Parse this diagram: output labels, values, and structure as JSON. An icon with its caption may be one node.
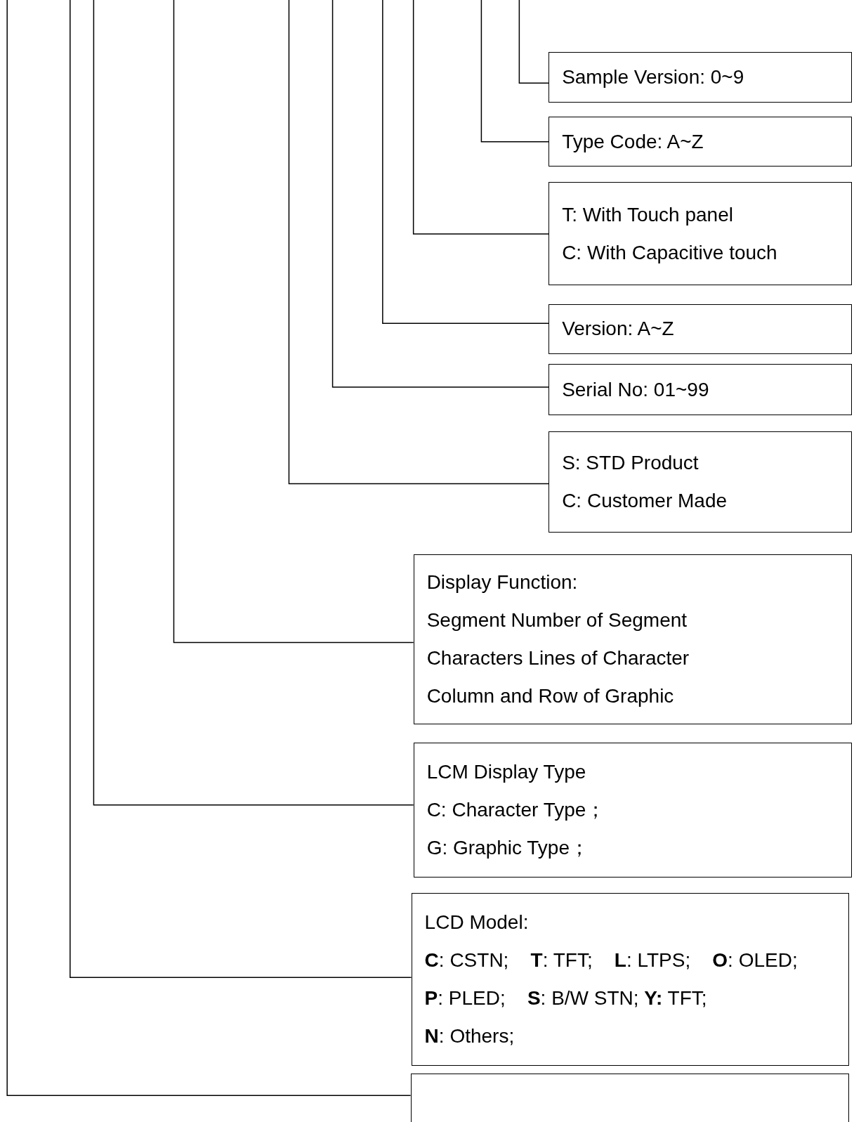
{
  "diagram": {
    "nodes": [
      {
        "text": [
          "Sample Version: 0~9"
        ]
      },
      {
        "text": [
          "Type Code: A~Z"
        ]
      },
      {
        "text": [
          "T: With Touch panel",
          "C: With Capacitive touch"
        ]
      },
      {
        "text": [
          "Version: A~Z"
        ]
      },
      {
        "text": [
          "Serial No: 01~99"
        ]
      },
      {
        "text": [
          "S: STD Product",
          "C: Customer Made"
        ]
      },
      {
        "text": [
          "Display Function:",
          "Segment Number of Segment",
          "Characters Lines of Character",
          "Column and Row of Graphic"
        ]
      },
      {
        "text": [
          "LCM Display Type",
          "C: Character Type；",
          "G: Graphic Type；"
        ]
      },
      {
        "text": [
          "LCD Model:",
          "**C**: CSTN;    **T**: TFT;    **L**: LTPS;    **O**: OLED;",
          "**P**: PLED;    **S**: B/W STN; **Y:** TFT;",
          "**N**: Others;"
        ]
      },
      {
        "text": [],
        "shape": "box"
      }
    ],
    "edges": [
      {
        "from": null,
        "to": 0,
        "arrow": "none"
      },
      {
        "from": null,
        "to": 1,
        "arrow": "none"
      },
      {
        "from": null,
        "to": 2,
        "arrow": "none"
      },
      {
        "from": null,
        "to": 3,
        "arrow": "none"
      },
      {
        "from": null,
        "to": 4,
        "arrow": "none"
      },
      {
        "from": null,
        "to": 5,
        "arrow": "none"
      },
      {
        "from": null,
        "to": 6,
        "arrow": "none"
      },
      {
        "from": null,
        "to": 7,
        "arrow": "none"
      },
      {
        "from": null,
        "to": 8,
        "arrow": "none"
      },
      {
        "from": null,
        "to": 9,
        "arrow": "none"
      }
    ]
  }
}
